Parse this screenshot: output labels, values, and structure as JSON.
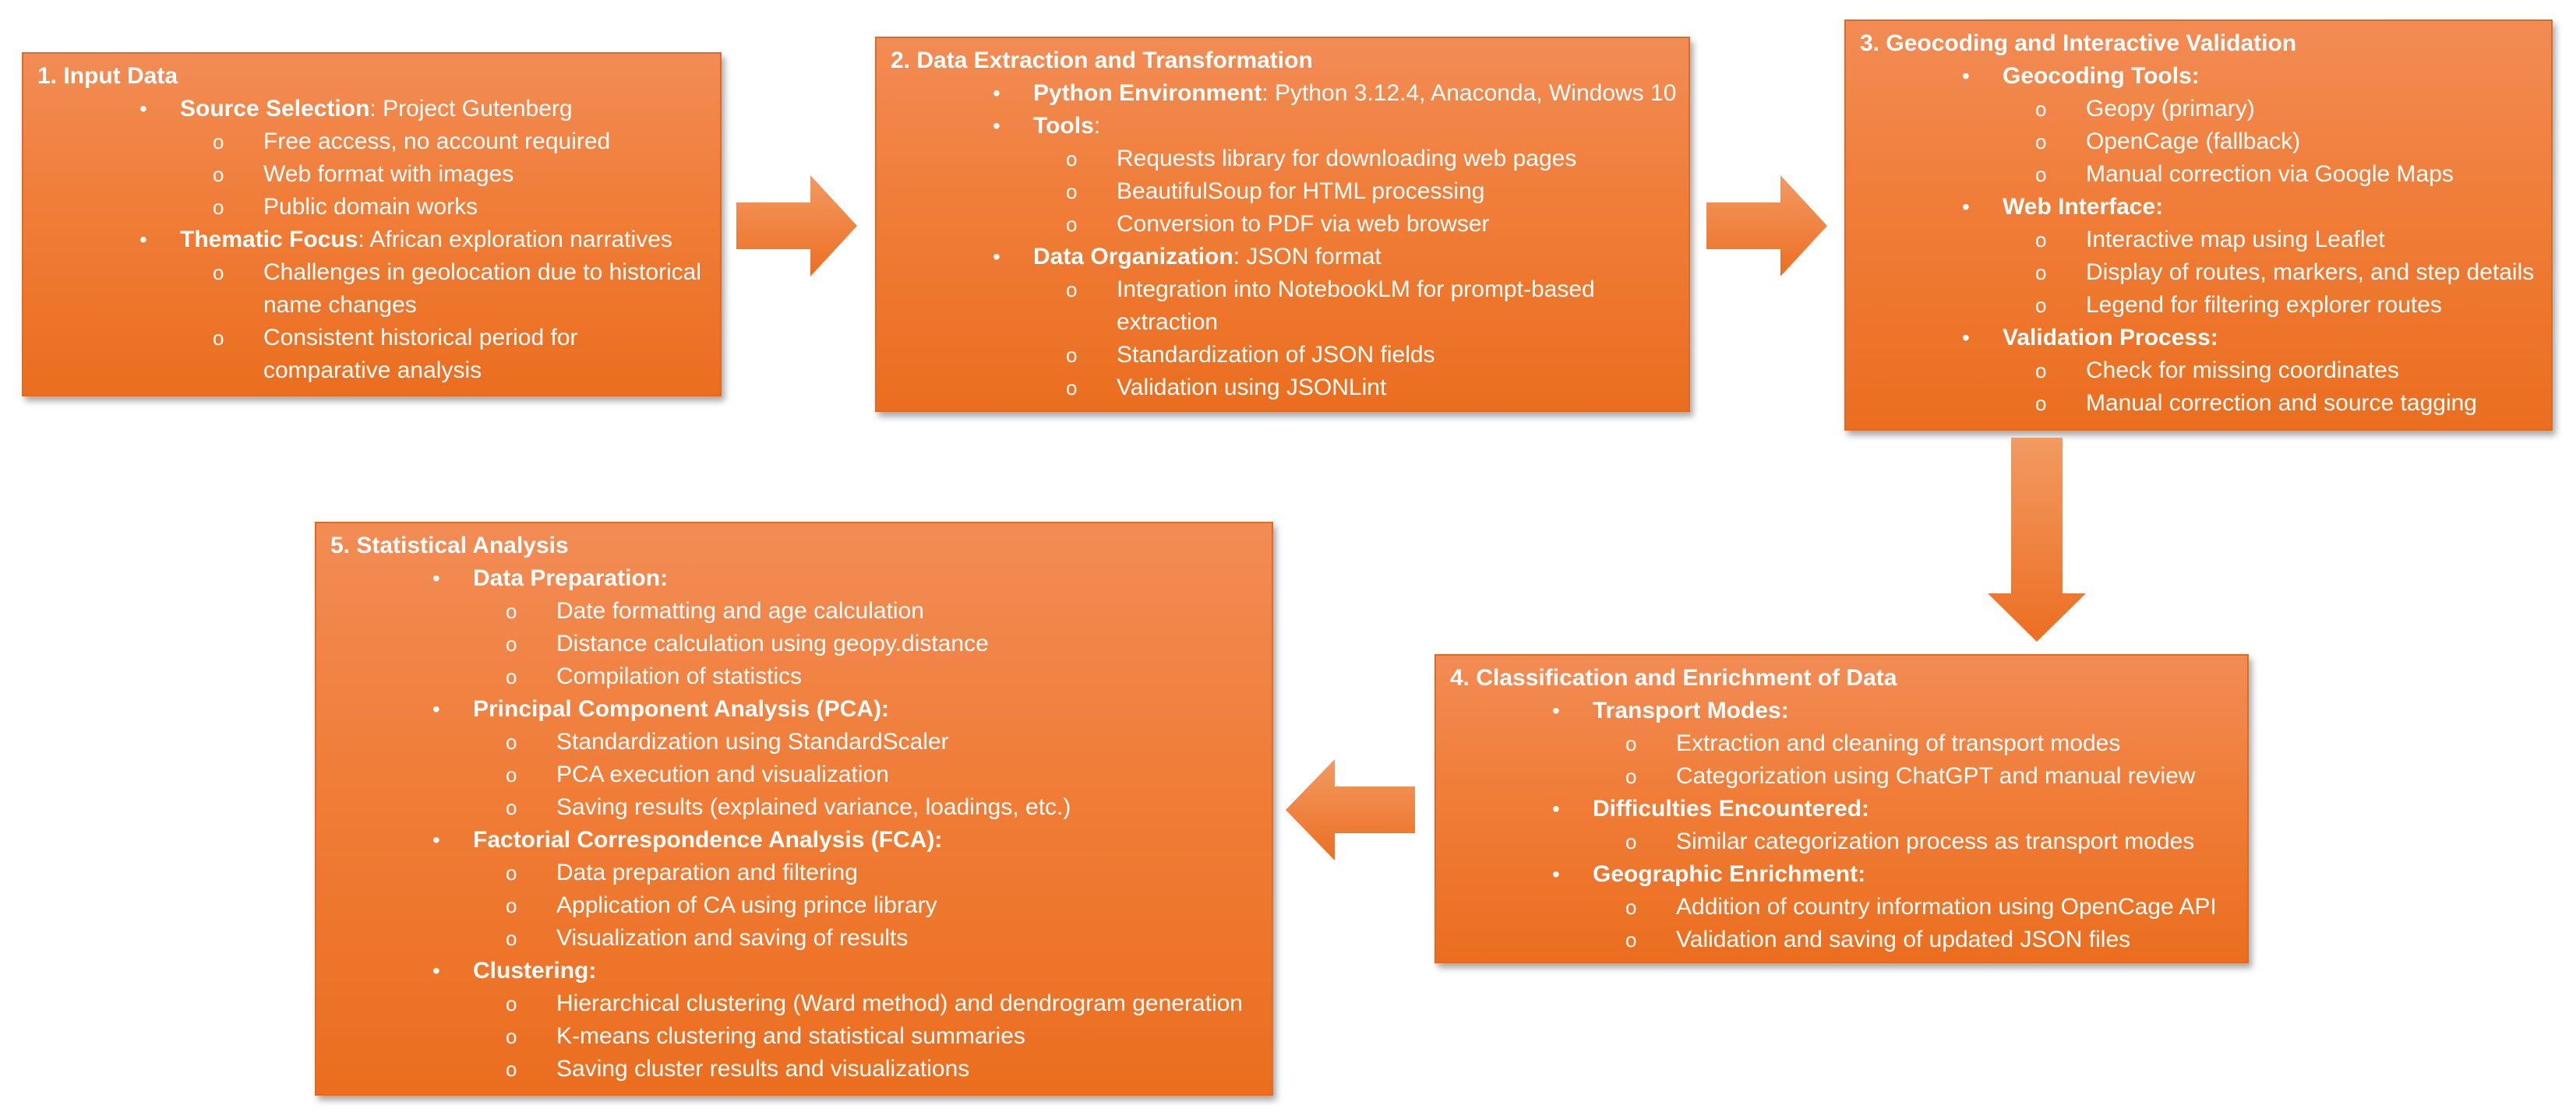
{
  "steps": [
    {
      "title": "1. Input Data",
      "items": [
        {
          "lead": "Source Selection",
          "text": ": Project Gutenberg",
          "subs": [
            "Free access, no account required",
            "Web format with images",
            "Public domain works"
          ]
        },
        {
          "lead": "Thematic Focus",
          "text": ": African exploration narratives",
          "subs": [
            "Challenges in geolocation due to historical name changes",
            "Consistent historical period for comparative analysis"
          ]
        }
      ]
    },
    {
      "title": "2. Data Extraction and Transformation",
      "items": [
        {
          "lead": "Python Environment",
          "text": ": Python 3.12.4, Anaconda, Windows 10",
          "subs": []
        },
        {
          "lead": "Tools",
          "text": ":",
          "subs": [
            "Requests library for downloading web pages",
            "BeautifulSoup for HTML processing",
            "Conversion to PDF via web browser"
          ]
        },
        {
          "lead": "Data Organization",
          "text": ": JSON format",
          "subs": [
            "Integration into NotebookLM for prompt-based extraction",
            "Standardization of JSON fields",
            "Validation using JSONLint"
          ]
        }
      ]
    },
    {
      "title": "3. Geocoding and Interactive Validation",
      "items": [
        {
          "lead": "Geocoding Tools:",
          "text": "",
          "subs": [
            "Geopy (primary)",
            "OpenCage (fallback)",
            "Manual correction via Google Maps"
          ]
        },
        {
          "lead": "Web Interface:",
          "text": "",
          "subs": [
            "Interactive map using Leaflet",
            "Display of routes, markers, and step details",
            "Legend for filtering explorer routes"
          ]
        },
        {
          "lead": "Validation Process:",
          "text": "",
          "subs": [
            "Check for missing coordinates",
            "Manual correction and source tagging"
          ]
        }
      ]
    },
    {
      "title": "4. Classification and Enrichment of Data",
      "items": [
        {
          "lead": "Transport Modes:",
          "text": "",
          "subs": [
            "Extraction and cleaning of transport modes",
            "Categorization using ChatGPT and manual review"
          ]
        },
        {
          "lead": "Difficulties Encountered:",
          "text": "",
          "subs": [
            "Similar categorization process as transport modes"
          ]
        },
        {
          "lead": "Geographic Enrichment:",
          "text": "",
          "subs": [
            "Addition of country information using OpenCage API",
            "Validation and saving of updated JSON files"
          ]
        }
      ]
    },
    {
      "title": "5. Statistical Analysis",
      "items": [
        {
          "lead": "Data Preparation:",
          "text": "",
          "subs": [
            "Date formatting and age calculation",
            "Distance calculation using geopy.distance",
            "Compilation of statistics"
          ]
        },
        {
          "lead": "Principal Component Analysis (PCA):",
          "text": "",
          "subs": [
            "Standardization using StandardScaler",
            "PCA execution and visualization",
            "Saving results (explained variance, loadings, etc.)"
          ]
        },
        {
          "lead": "Factorial Correspondence Analysis (FCA):",
          "text": "",
          "subs": [
            "Data preparation and filtering",
            "Application of CA using prince library",
            "Visualization and saving of results"
          ]
        },
        {
          "lead": "Clustering:",
          "text": "",
          "subs": [
            "Hierarchical clustering (Ward method) and dendrogram generation",
            "K-means clustering and statistical summaries",
            "Saving cluster results and visualizations"
          ]
        }
      ]
    }
  ],
  "icons": {
    "bullet": "•",
    "sub_bullet": "o",
    "arrow": "block-arrow"
  },
  "colors": {
    "box_top": "#f28c55",
    "box_bottom": "#eb6e1f",
    "arrow": "#f07d35",
    "text": "#ffffff"
  }
}
